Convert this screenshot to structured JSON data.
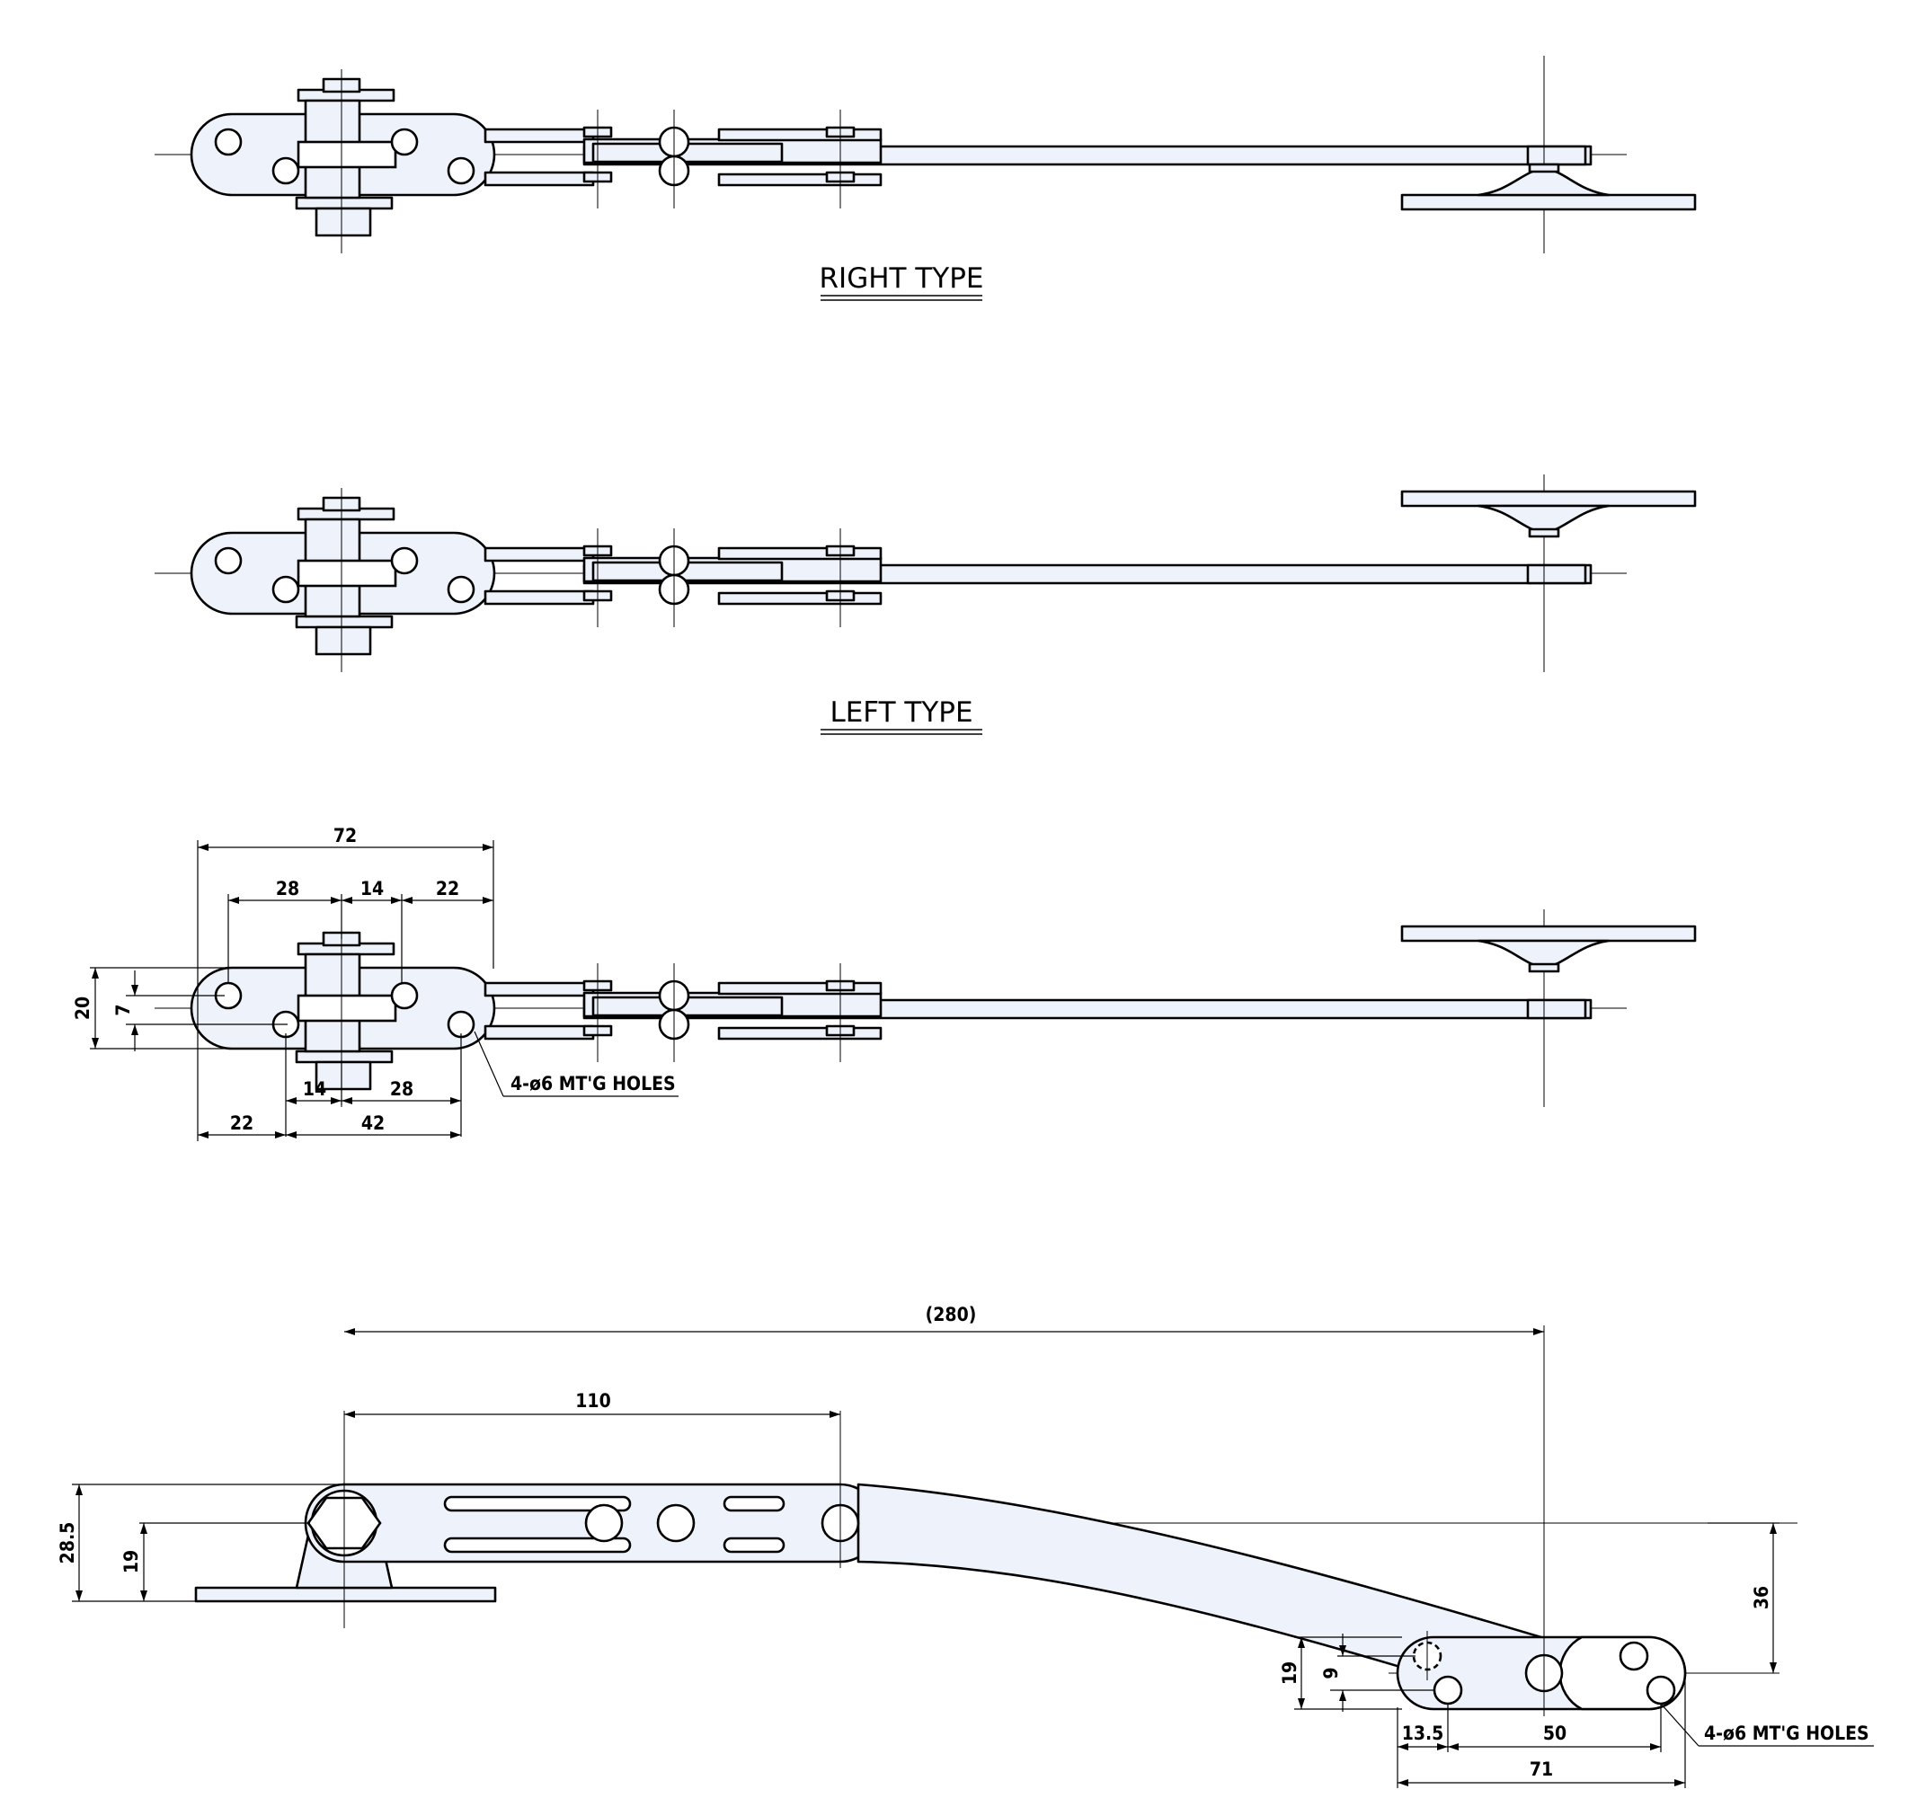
{
  "views": {
    "right_type": {
      "title": "RIGHT TYPE"
    },
    "left_type": {
      "title": "LEFT TYPE"
    }
  },
  "dimensions": {
    "plan": {
      "overall_width": "72",
      "offset_a": "28",
      "offset_b": "14",
      "offset_c": "22",
      "height_20": "20",
      "height_7": "7",
      "bottom_14": "14",
      "bottom_28": "28",
      "bottom_22": "22",
      "bottom_42": "42",
      "holes_note": "4-ø6 MT'G HOLES"
    },
    "side": {
      "overall_280": "(280)",
      "length_110": "110",
      "height_28_5": "28.5",
      "height_19": "19",
      "height_36": "36",
      "right_19": "19",
      "right_9": "9",
      "foot_13_5": "13.5",
      "foot_50": "50",
      "foot_71": "71",
      "holes_note": "4-ø6 MT'G HOLES"
    }
  },
  "colors": {
    "part_fill": "#eef2fb",
    "line": "#000000",
    "background": "#ffffff"
  }
}
